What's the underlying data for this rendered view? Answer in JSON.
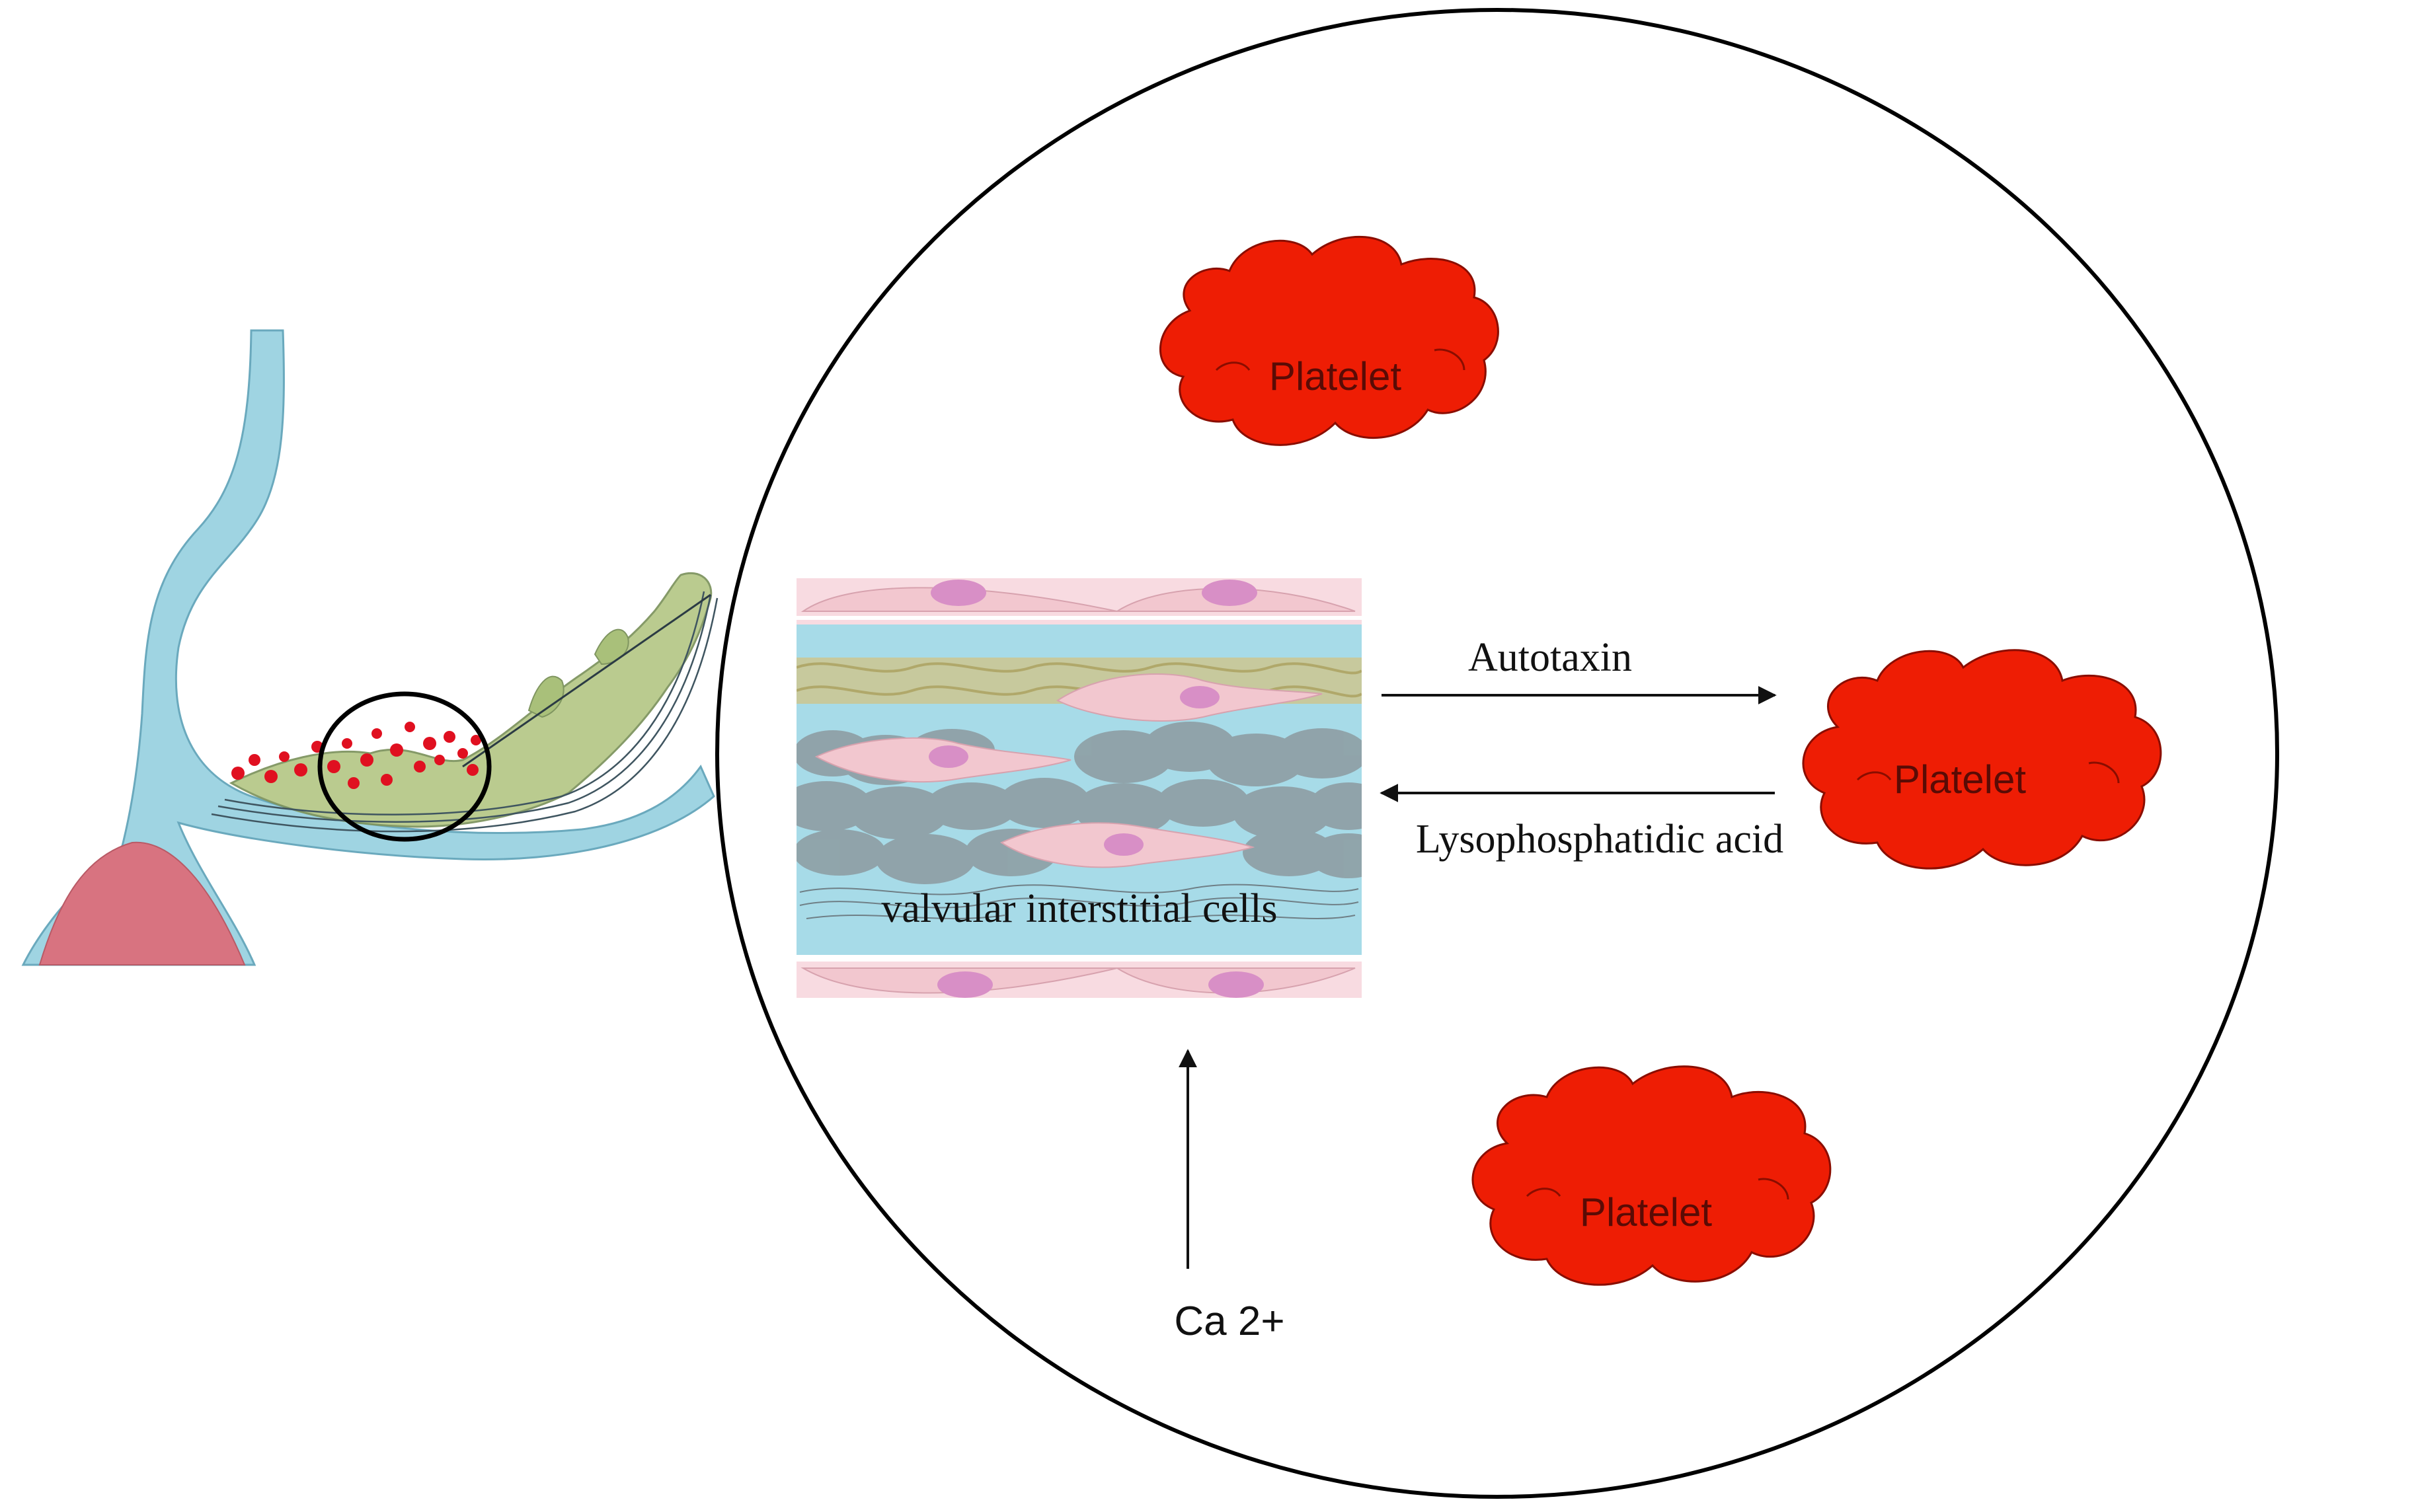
{
  "platelets": [
    {
      "label": "Platelet"
    },
    {
      "label": "Platelet"
    },
    {
      "label": "Platelet"
    }
  ],
  "tissue": {
    "label": "valvular interstitial cells"
  },
  "arrows": {
    "autotaxin": "Autotaxin",
    "lpa": "Lysophosphatidic  acid",
    "calcium": "Ca 2+"
  },
  "colors": {
    "platelet_fill": "#ee1d04",
    "valve_blue": "#9fd4e2",
    "myocardium_red": "#d87380",
    "endothelium_pink": "#f2c7cf",
    "nucleus": "#d88fc6",
    "collagen_grey": "#8e9ea4",
    "elastin_yellow": "#c9c28c",
    "calcification_dot": "#e01020"
  }
}
